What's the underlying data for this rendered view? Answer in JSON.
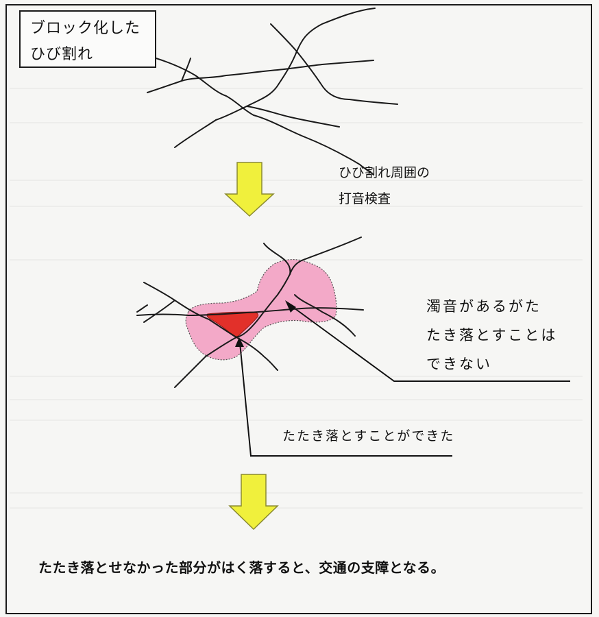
{
  "label_box": {
    "line1": "ブロック化した",
    "line2": "ひび割れ"
  },
  "notes": {
    "inspection_line1": "ひび割れ周囲の",
    "inspection_line2": "打音検査",
    "dull_line1": "濁音があるがた",
    "dull_line2": "たき落とすことは",
    "dull_line3": "できない",
    "removed": "たたき落とすことができた"
  },
  "conclusion": "たたき落とせなかった部分がはく落すると、交通の支障となる。",
  "colors": {
    "arrow_fill": "#f0f03c",
    "arrow_stroke": "#8a8a30",
    "dull_zone": "#f3a9c8",
    "removed_zone": "#e2302a",
    "ink": "#111111"
  },
  "icons": [
    "down-arrow-icon",
    "pointer-arrow-icon"
  ]
}
